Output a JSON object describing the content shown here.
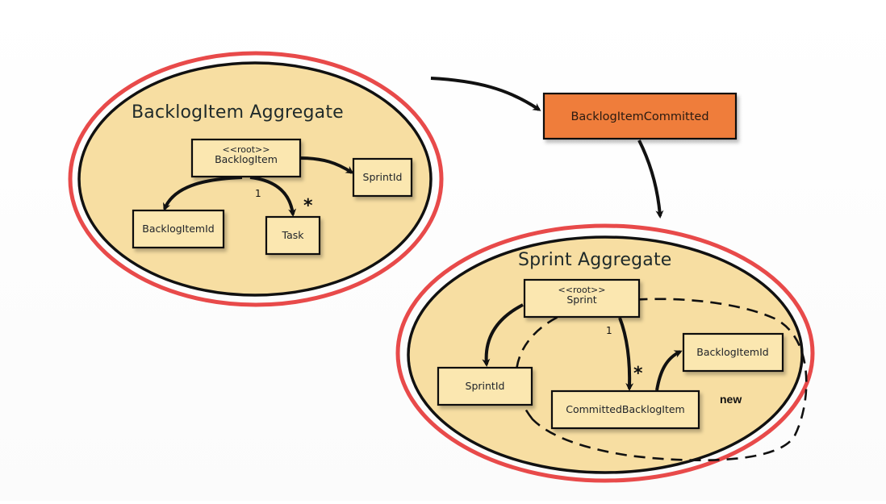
{
  "backlog_aggregate": {
    "title": "BacklogItem Aggregate",
    "root": {
      "stereotype": "<<root>>",
      "name": "BacklogItem"
    },
    "boxes": {
      "sprint_id": "SprintId",
      "backlog_item_id": "BacklogItemId",
      "task": "Task"
    },
    "multiplicity": {
      "one": "1",
      "many": "*"
    }
  },
  "event": {
    "name": "BacklogItemCommitted",
    "color": "#ef7d3a"
  },
  "sprint_aggregate": {
    "title": "Sprint Aggregate",
    "root": {
      "stereotype": "<<root>>",
      "name": "Sprint"
    },
    "boxes": {
      "sprint_id": "SprintId",
      "committed_backlog_item": "CommittedBacklogItem",
      "backlog_item_id": "BacklogItemId"
    },
    "multiplicity": {
      "one": "1",
      "many": "*"
    },
    "new_label": "new"
  },
  "colors": {
    "aggregate_fill": "#f7dea2",
    "aggregate_outline": "#e84a4a",
    "box_fill": "#fbe7b0",
    "line": "#111111"
  }
}
